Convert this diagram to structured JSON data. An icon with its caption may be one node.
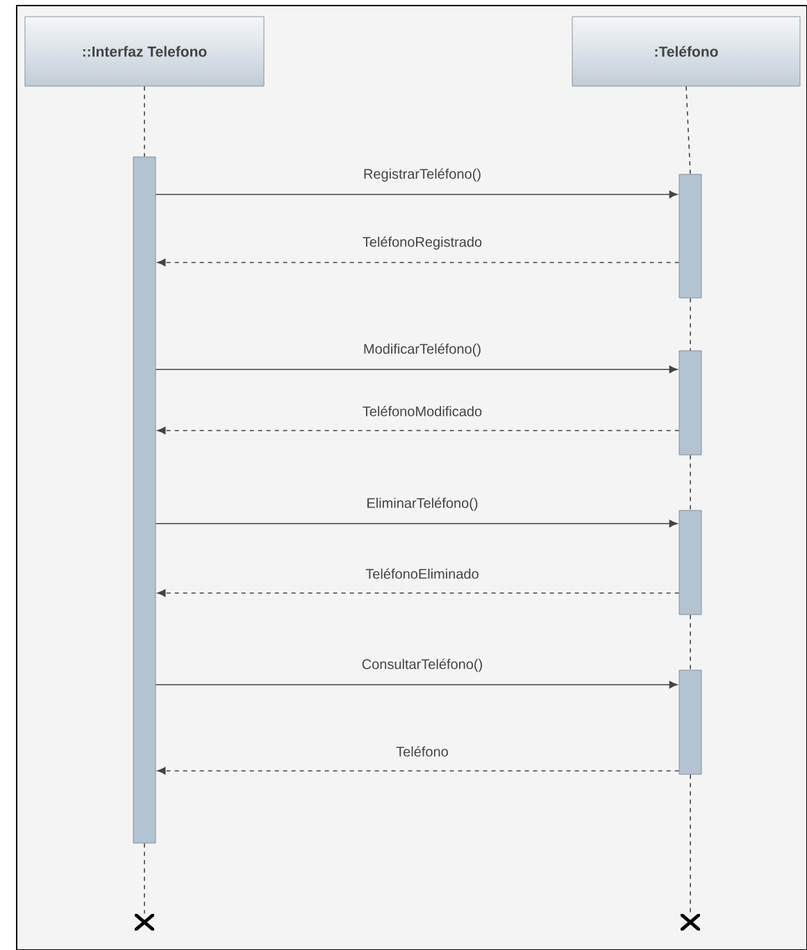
{
  "diagram": {
    "nodes": [
      {
        "text": [
          "::Interfaz Telefono"
        ]
      },
      {
        "text": [
          ":Teléfono"
        ]
      },
      {
        "text": [],
        "shape": "bar"
      },
      {
        "text": [],
        "shape": "bar"
      },
      {
        "text": [],
        "shape": "bar"
      },
      {
        "text": [],
        "shape": "bar"
      },
      {
        "text": [],
        "shape": "bar"
      },
      {
        "text": [],
        "shape": "cross"
      },
      {
        "text": [],
        "shape": "cross"
      }
    ],
    "edges": [
      {
        "from": 0,
        "to": 2,
        "arrow": "none",
        "style": "dashed"
      },
      {
        "from": 2,
        "to": 7,
        "arrow": "none",
        "style": "dashed"
      },
      {
        "from": 1,
        "to": 3,
        "arrow": "none",
        "style": "dashed"
      },
      {
        "from": 3,
        "to": 4,
        "arrow": "none",
        "style": "dashed"
      },
      {
        "from": 4,
        "to": 5,
        "arrow": "none",
        "style": "dashed"
      },
      {
        "from": 5,
        "to": 6,
        "arrow": "none",
        "style": "dashed"
      },
      {
        "from": 6,
        "to": 8,
        "arrow": "none",
        "style": "dashed"
      },
      {
        "from": 2,
        "to": 3,
        "arrow": "to",
        "label": "RegistrarTeléfono()"
      },
      {
        "from": 3,
        "to": 2,
        "arrow": "to",
        "label": "TeléfonoRegistrado",
        "style": "dashed"
      },
      {
        "from": 2,
        "to": 4,
        "arrow": "to",
        "label": "ModificarTeléfono()"
      },
      {
        "from": 4,
        "to": 2,
        "arrow": "to",
        "label": "TeléfonoModificado",
        "style": "dashed"
      },
      {
        "from": 2,
        "to": 5,
        "arrow": "to",
        "label": "EliminarTeléfono()"
      },
      {
        "from": 5,
        "to": 2,
        "arrow": "to",
        "label": "TeléfonoEliminado",
        "style": "dashed"
      },
      {
        "from": 2,
        "to": 6,
        "arrow": "to",
        "label": "ConsultarTeléfono()"
      },
      {
        "from": 6,
        "to": 2,
        "arrow": "to",
        "label": "Teléfono",
        "style": "dashed"
      }
    ]
  }
}
